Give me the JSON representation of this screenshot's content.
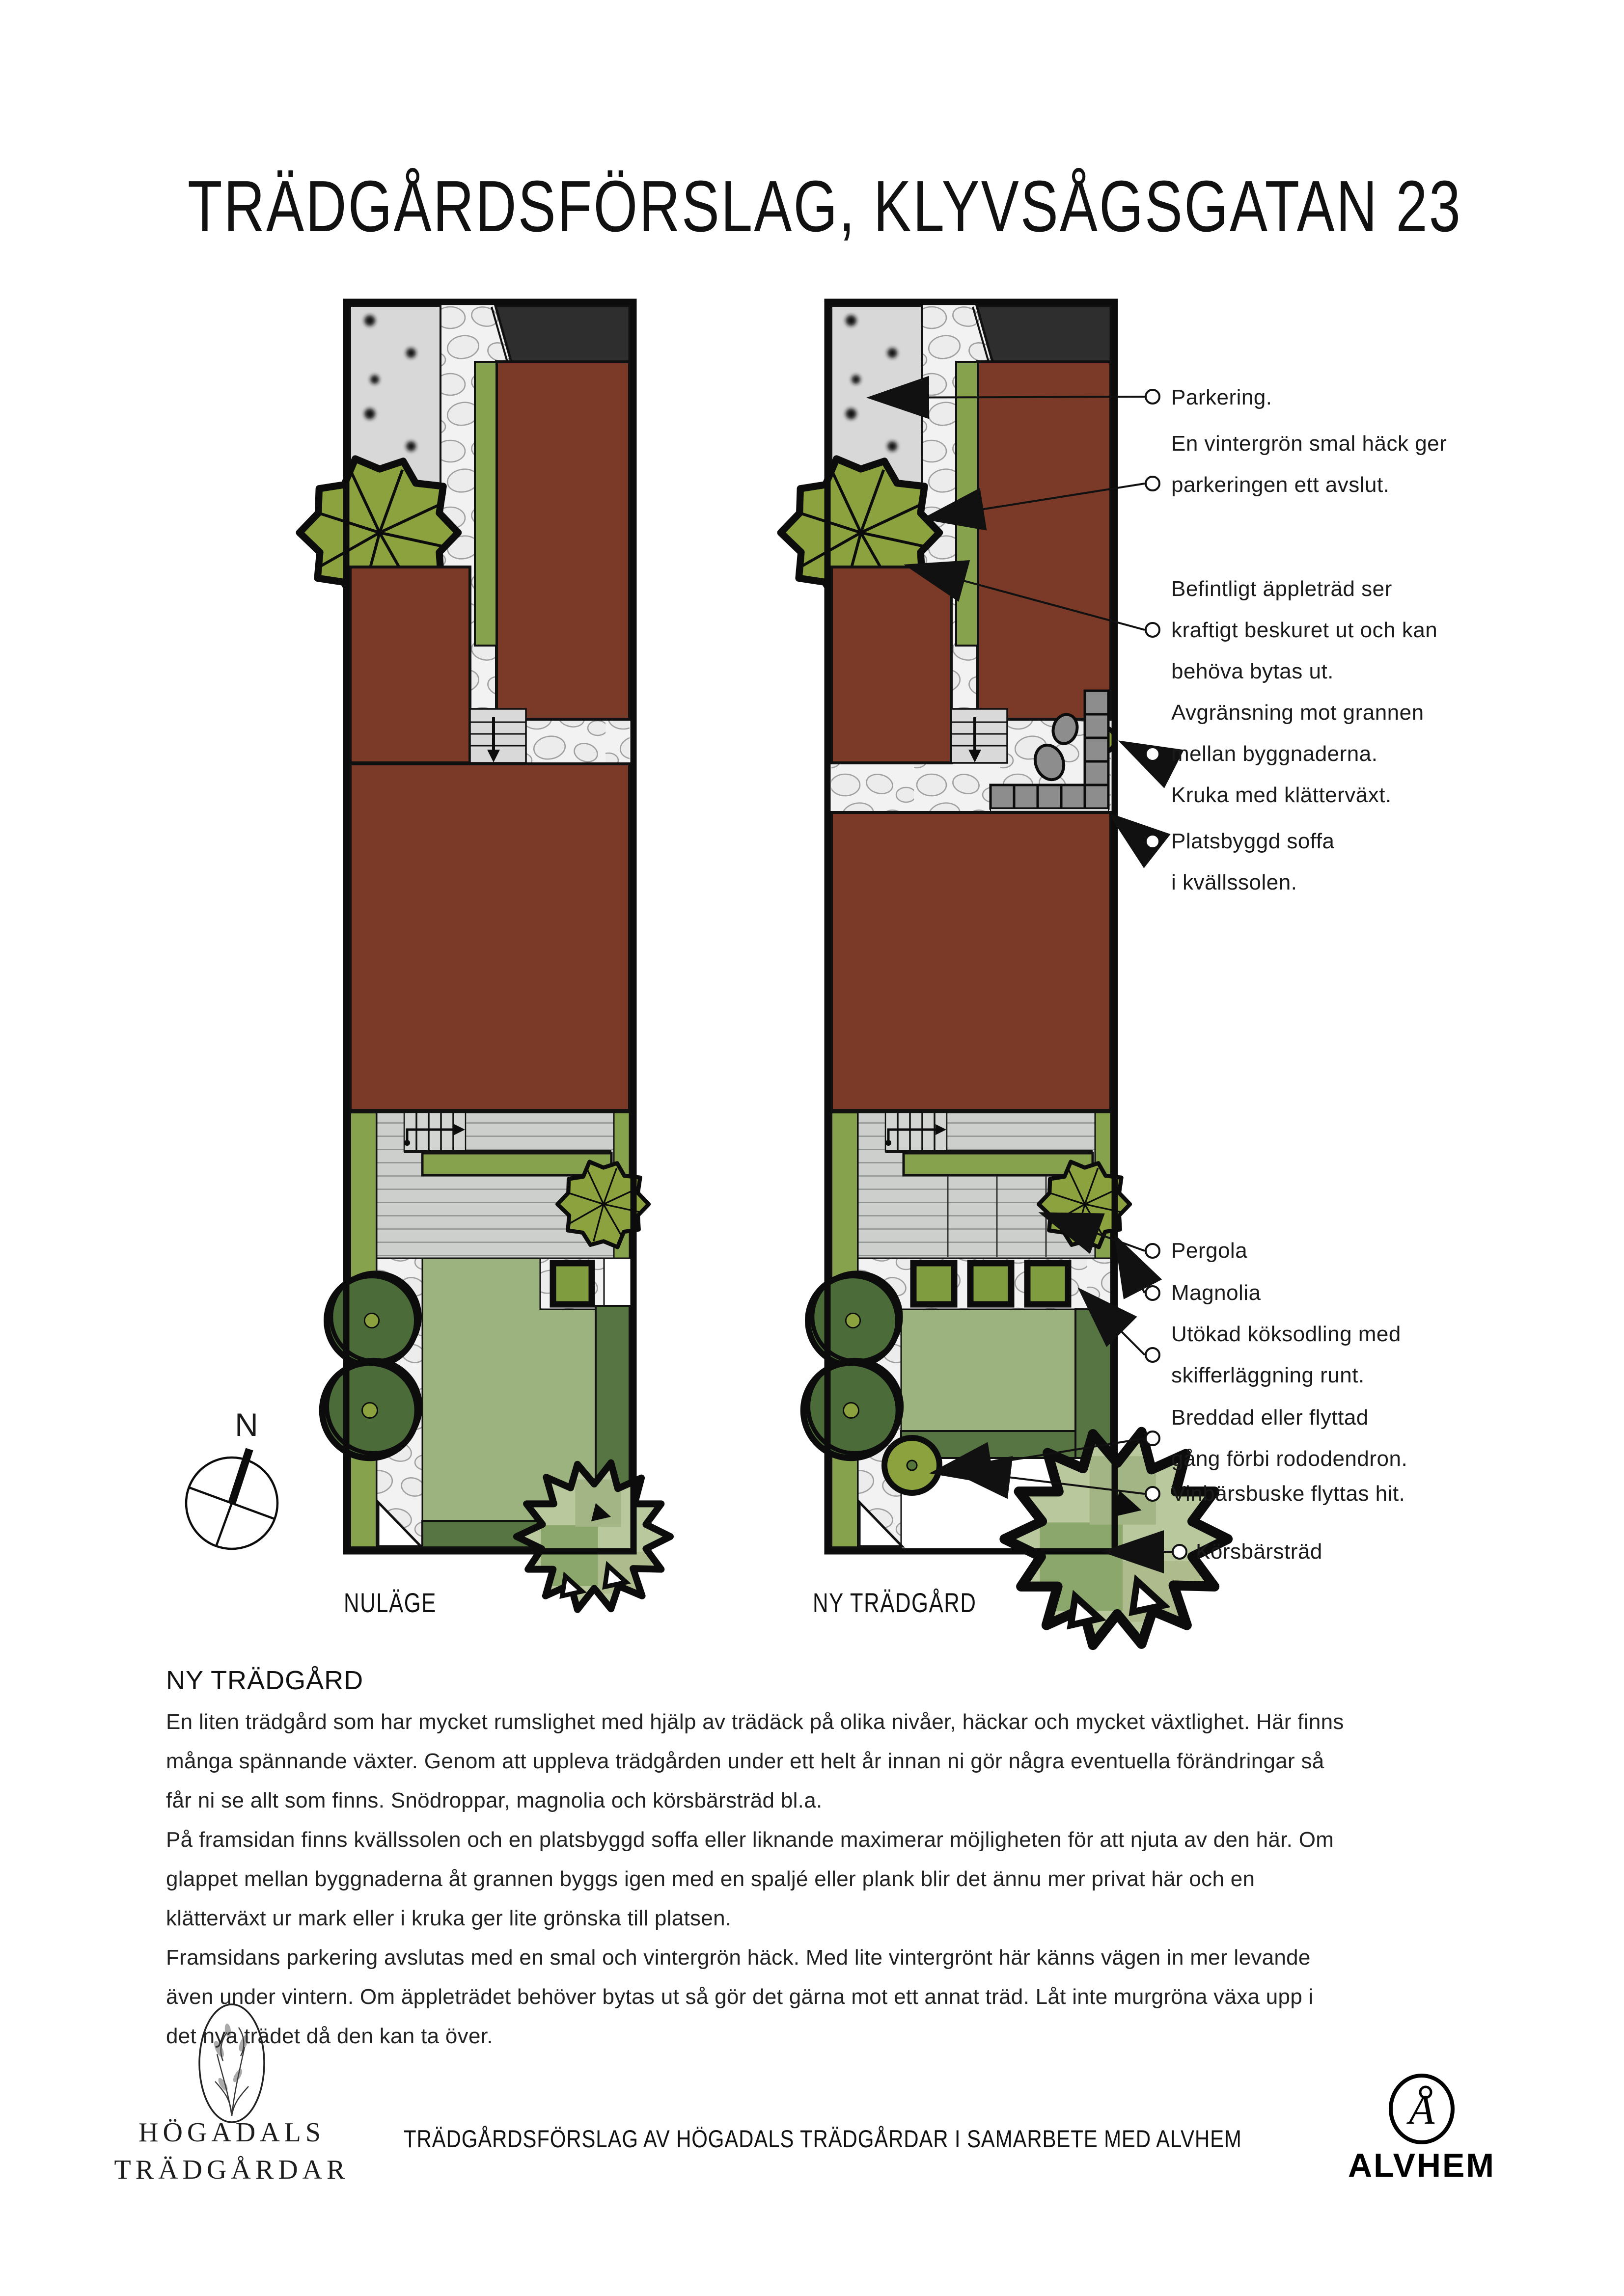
{
  "title": "TRÄDGÅRDSFÖRSLAG, KLYVSÅGSGATAN 23",
  "compass": {
    "label": "N"
  },
  "plans": {
    "left_label": "NULÄGE",
    "right_label": "NY TRÄDGÅRD"
  },
  "annotations": {
    "parkering": "Parkering.",
    "hack": "En vintergrön smal häck ger\nparkeringen ett avslut.",
    "appletrad": "Befintligt äppleträd ser\nkraftigt beskuret ut och kan\nbehöva bytas ut.",
    "avgransning": "Avgränsning mot grannen\nmellan byggnaderna.",
    "kruka": "Kruka med klätterväxt.",
    "soffa": "Platsbyggd soffa\ni kvällssolen.",
    "pergola": "Pergola",
    "magnolia": "Magnolia",
    "koksodling": "Utökad köksodling med\nskifferläggning runt.",
    "gang": "Breddad eller flyttad\ngång förbi rododendron.",
    "vinbar": "Vinbärsbuske flyttas hit.",
    "korsbar": "Körsbärsträd"
  },
  "description": {
    "heading": "NY TRÄDGÅRD",
    "body": "En liten trädgård som har mycket rumslighet med hjälp av trädäck på olika nivåer, häckar och mycket växtlighet. Här finns\nmånga spännande växter. Genom att uppleva trädgården under ett helt år innan ni gör några eventuella förändringar så\nfår ni se allt som finns. Snödroppar, magnolia och körsbärsträd bl.a.\nPå framsidan finns kvällssolen och en platsbyggd soffa eller liknande maximerar möjligheten för att njuta av den här. Om\nglappet mellan byggnaderna åt grannen byggs igen med en spaljé eller plank blir det ännu mer privat här och en\nklätterväxt ur mark eller i kruka ger lite grönska till platsen.\nFramsidans parkering avslutas med en smal och vintergrön häck. Med lite vintergrönt här känns vägen in mer levande\näven under vintern. Om äppleträdet behöver bytas ut så gör det gärna mot ett annat träd. Låt inte murgröna växa upp i\ndet nya trädet då den kan ta över."
  },
  "footer": {
    "logo_left_line1": "HÖGADALS",
    "logo_left_line2": "TRÄDGÅRDAR",
    "tagline": "TRÄDGÅRDSFÖRSLAG AV HÖGADALS TRÄDGÅRDAR I SAMARBETE MED ALVHEM",
    "logo_right_monogram": "A",
    "logo_right_name": "ALVHEM"
  },
  "colors": {
    "building_maroon": "#7b3a27",
    "roof_dark": "#2e2e2e",
    "hedge_olive": "#87a24c",
    "planter_olive": "#7f9c3f",
    "lawn_sage": "#9db37f",
    "bush_dark_green": "#4b6b39",
    "bed_green": "#577543",
    "cherry_light": "#bac89e",
    "deck_gray": "#cccfcc",
    "gravel_gray": "#d8d8d8",
    "cobble_white": "#f2f2f2",
    "sofa_gray": "#8d8d8d",
    "ink": "#1a1a1a"
  }
}
